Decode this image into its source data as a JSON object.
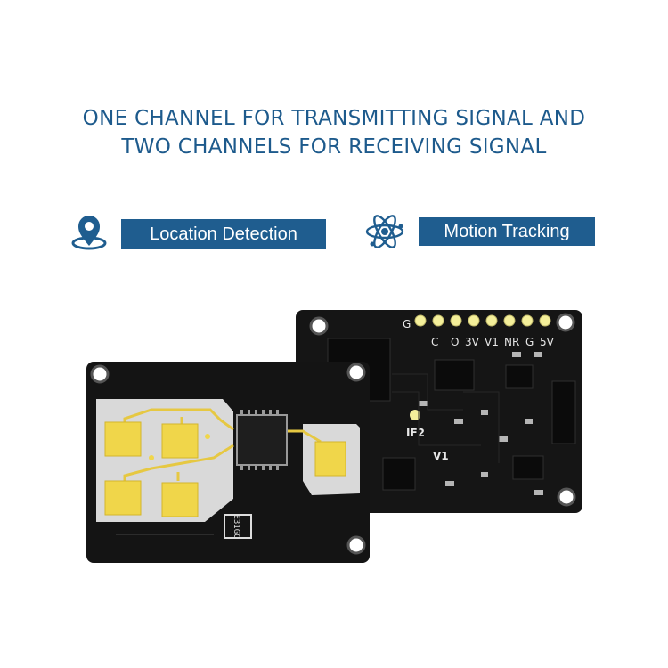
{
  "headline": {
    "line1": "ONE CHANNEL FOR TRANSMITTING SIGNAL AND",
    "line2": "TWO CHANNELS FOR RECEIVING SIGNAL"
  },
  "features": [
    {
      "label": "Location Detection",
      "icon": "location-pin-icon"
    },
    {
      "label": "Motion Tracking",
      "icon": "atom-icon"
    }
  ],
  "board_back": {
    "pin_labels": [
      "G",
      "C",
      "O",
      "3V",
      "V1",
      "NR",
      "G",
      "5V"
    ],
    "silkscreen": [
      "IF2",
      "V1"
    ]
  },
  "board_front": {
    "silkscreen": "E31GC"
  },
  "colors": {
    "accent": "#1f5d8f",
    "headline": "#1d5a8c",
    "pcb": "#141414",
    "antenna_pad": "#f0d64a",
    "antenna_area": "#d9d9d9"
  }
}
